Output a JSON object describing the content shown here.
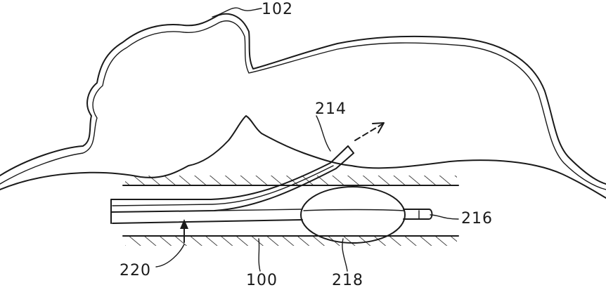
{
  "figure": {
    "labels": {
      "skin": "102",
      "guidewire": "214",
      "catheter_tip": "216",
      "balloon": "218",
      "lumen_arrow": "220",
      "vessel": "100"
    }
  }
}
